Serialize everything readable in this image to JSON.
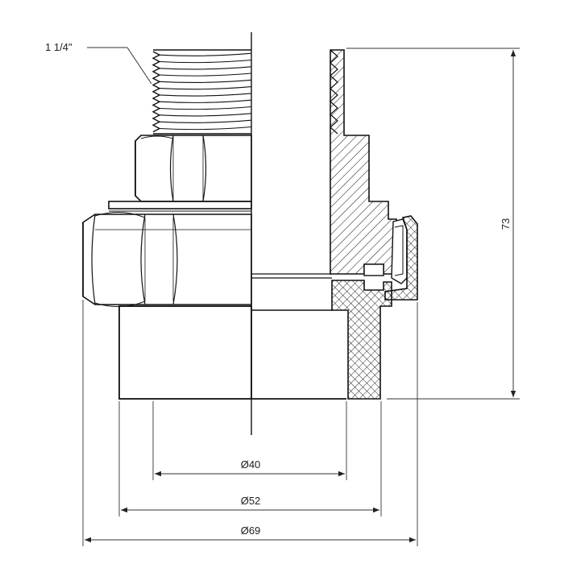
{
  "thread_label": "1 1/4\"",
  "dimensions": {
    "height": "73",
    "inner_diameter": "Ø40",
    "middle_diameter": "Ø52",
    "outer_diameter": "Ø69"
  },
  "colors": {
    "line": "#111111",
    "dim_line": "#333333",
    "background": "#ffffff"
  }
}
